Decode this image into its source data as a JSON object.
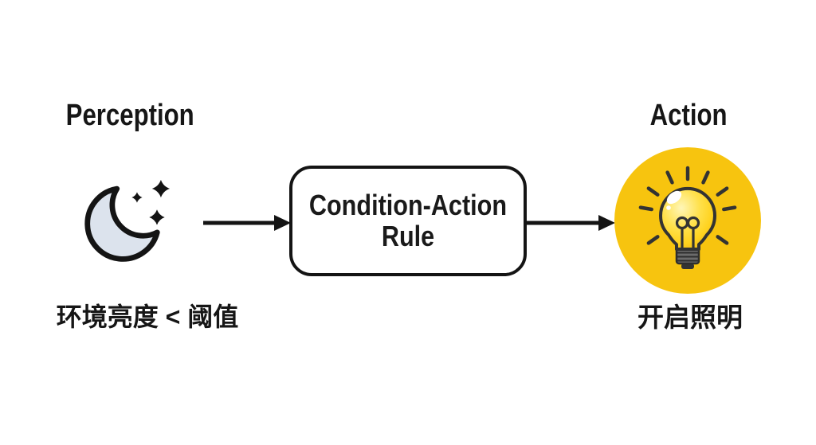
{
  "diagram": {
    "left": {
      "label": "Perception",
      "caption": "环境亮度 < 阈值",
      "icon": "crescent-moon-with-stars"
    },
    "center": {
      "box_line1": "Condition-Action",
      "box_line2": "Rule"
    },
    "right": {
      "label": "Action",
      "caption": "开启照明",
      "icon": "glowing-lightbulb"
    },
    "flow": [
      "Perception",
      "Condition-Action Rule",
      "Action"
    ],
    "colors": {
      "background": "#FFFFFF",
      "ink": "#161616",
      "moon_fill": "#DCE3ED",
      "action_circle_yellow": "#F7C40F",
      "bulb_glass_yellow": "#FFE14D",
      "bulb_base_gray": "#6B6B6B"
    }
  }
}
